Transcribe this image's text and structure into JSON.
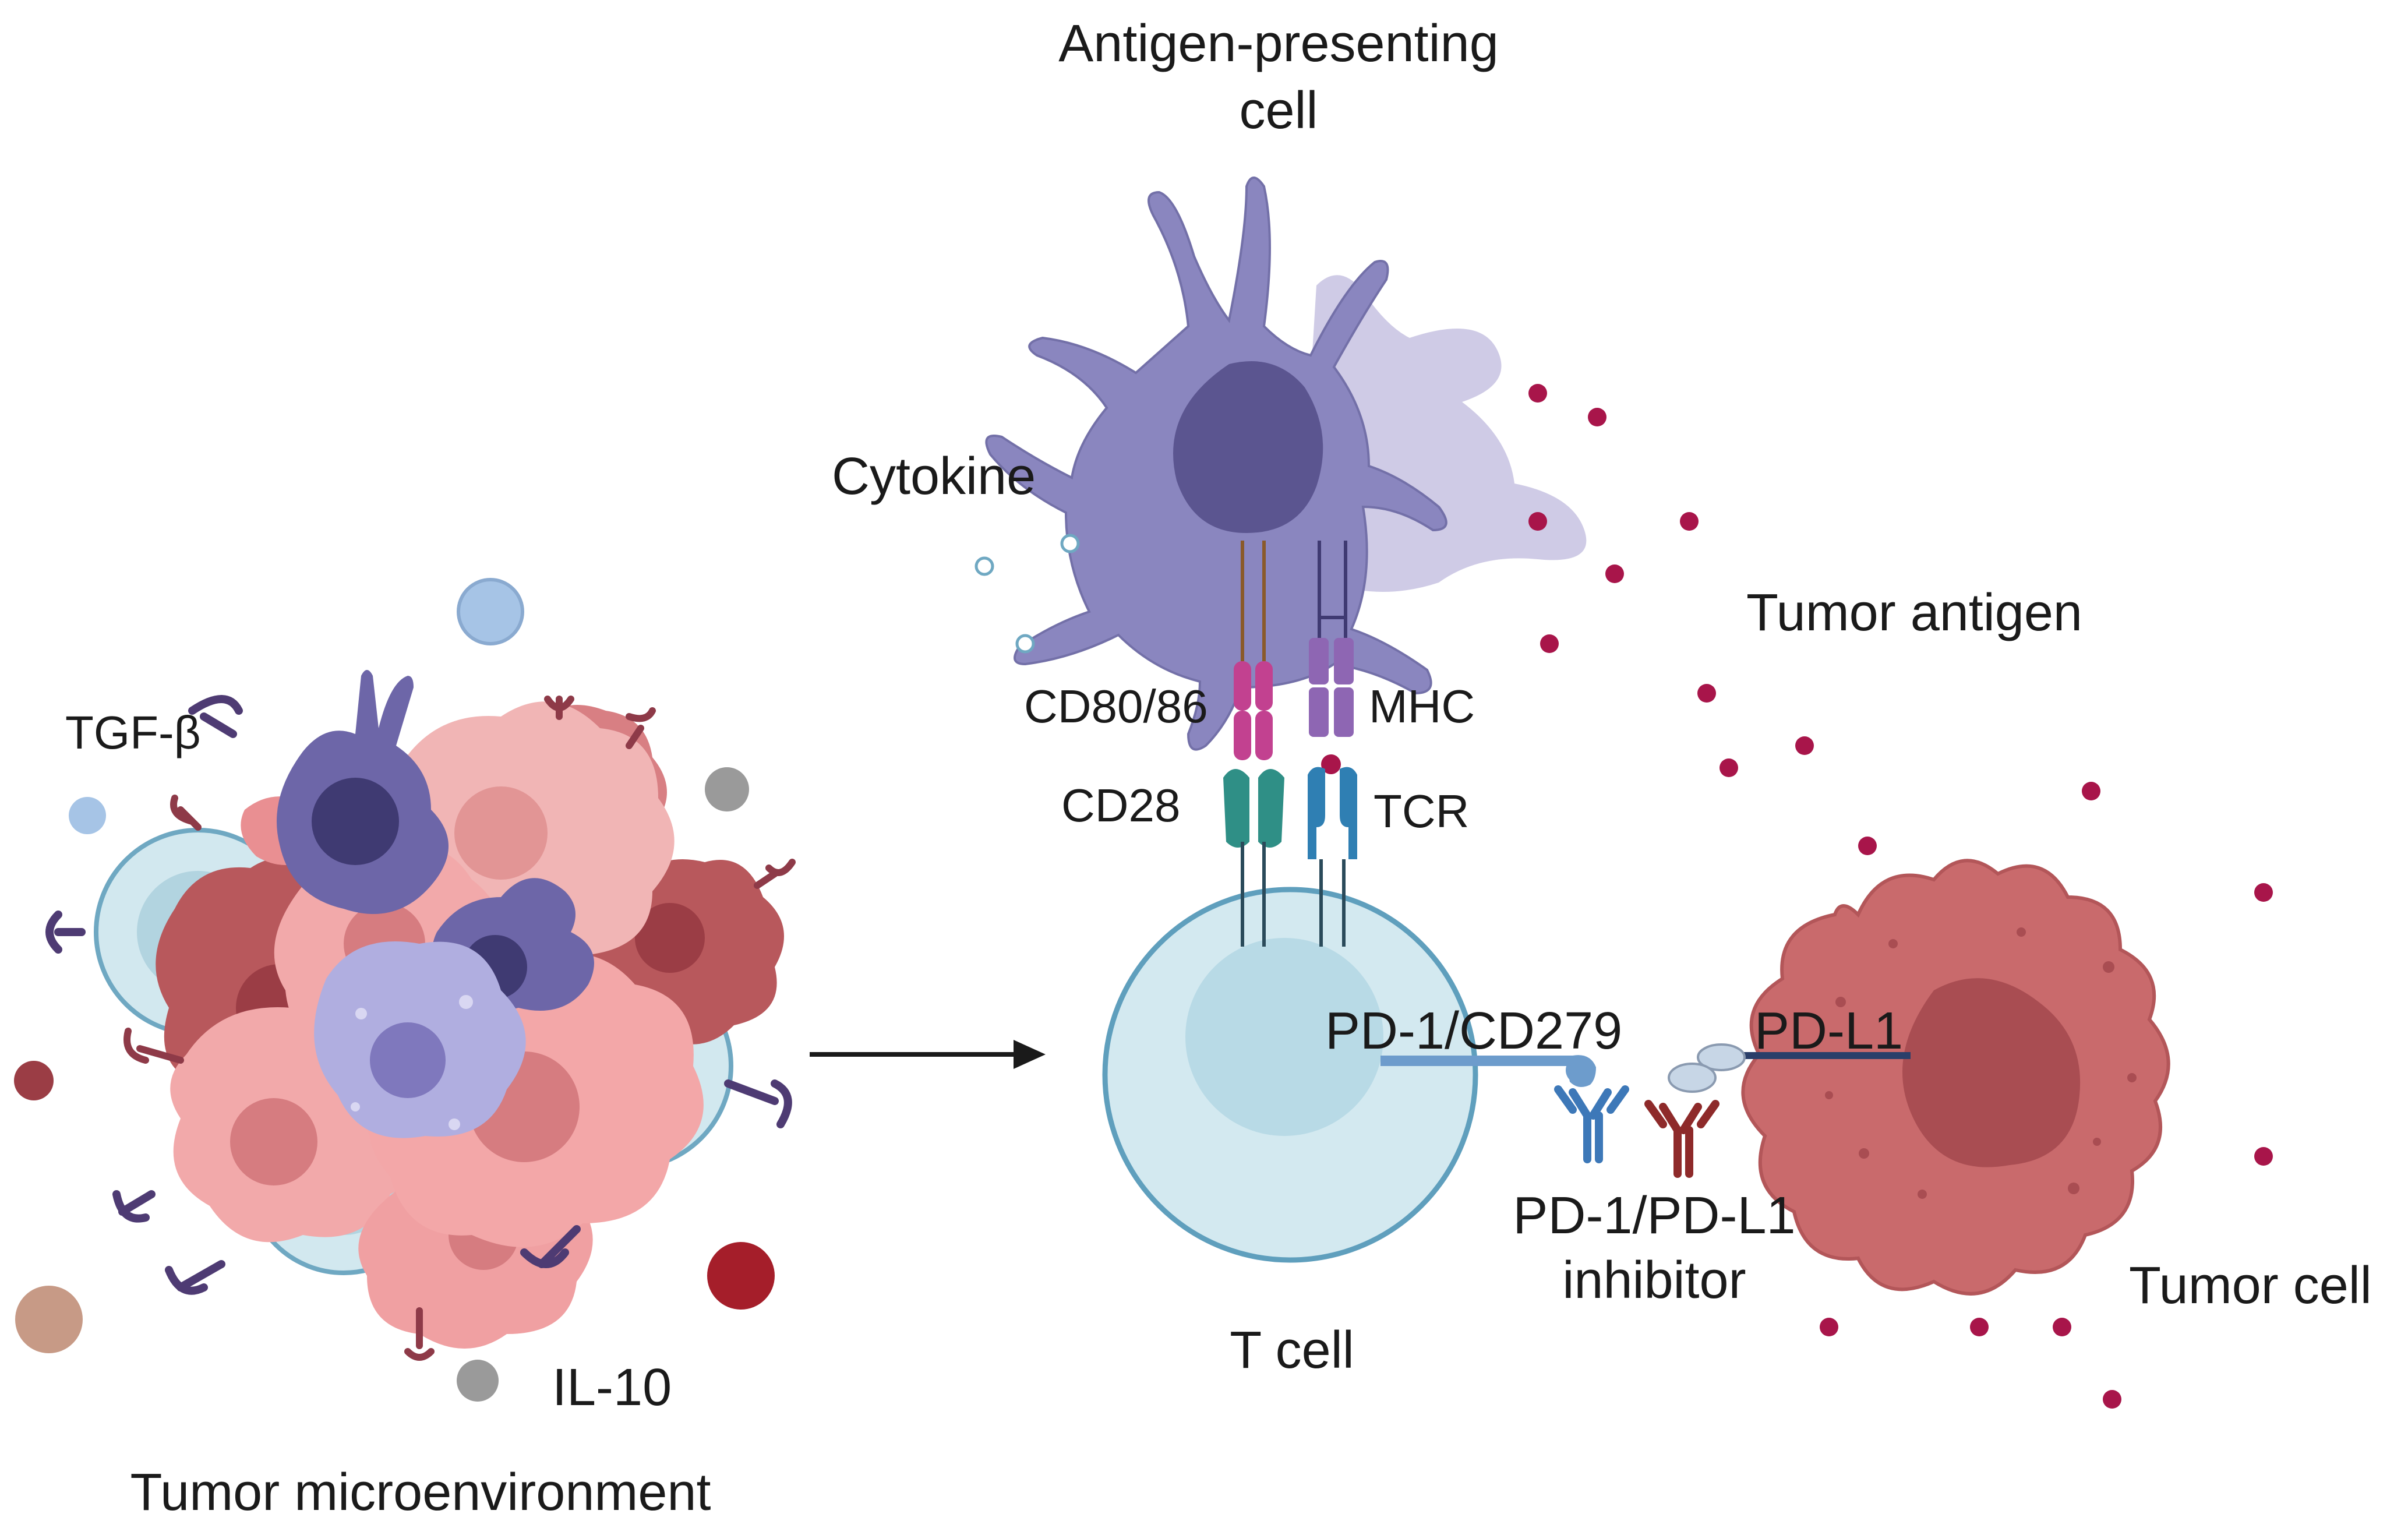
{
  "labels": {
    "apc_line1": "Antigen-presenting",
    "apc_line2": "cell",
    "cytokine": "Cytokine",
    "cd80_86": "CD80/86",
    "mhc": "MHC",
    "cd28": "CD28",
    "tcr": "TCR",
    "tumor_antigen": "Tumor antigen",
    "tgf_beta": "TGF-β",
    "pd1_cd279": "PD-1/CD279",
    "pd_l1": "PD-L1",
    "inhibitor_line1": "PD-1/PD-L1",
    "inhibitor_line2": "inhibitor",
    "t_cell": "T cell",
    "tumor_cell": "Tumor cell",
    "il10": "IL-10",
    "tumor_microenvironment": "Tumor microenvironment"
  },
  "colors": {
    "apc_body": "#8a86bf",
    "apc_nucleus": "#5b5590",
    "t_cell_body": "#d3e9f0",
    "t_cell_border": "#5f9fbd",
    "tumor_body": "#c96a6c",
    "tumor_nucleus": "#a94d52",
    "antigen_dot": "#a8154a",
    "cd80_86": "#c24190",
    "mhc": "#8e66b3",
    "cd28": "#2f8f86",
    "tcr": "#2f7fb3",
    "pd1": "#6d9ccc",
    "inhibitor_blue": "#3d78b8",
    "inhibitor_red": "#8e2a2a",
    "arrow": "#1a1a1a"
  },
  "icons": [
    "antigen-presenting-cell-icon",
    "t-cell-icon",
    "tumor-cell-icon",
    "tumor-microenvironment-cluster-icon",
    "antibody-icon",
    "arrow-icon"
  ]
}
